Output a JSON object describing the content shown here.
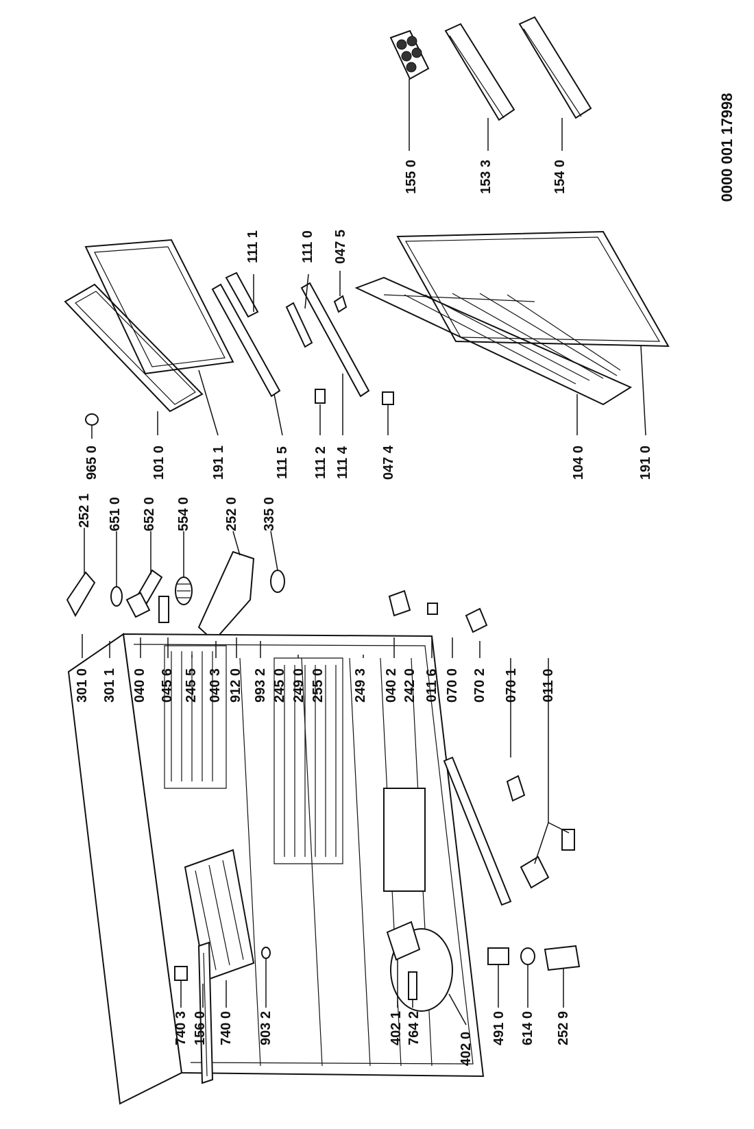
{
  "document_code": "0000 001 17998",
  "labels": {
    "l155_0": "155 0",
    "l153_3": "153 3",
    "l154_0": "154 0",
    "l965_0": "965 0",
    "l101_0": "101 0",
    "l191_1": "191 1",
    "l111_5": "111 5",
    "l111_1": "111 1",
    "l111_2": "111 2",
    "l111_4": "111 4",
    "l111_0": "111 0",
    "l047_4": "047 4",
    "l047_5": "047 5",
    "l104_0": "104 0",
    "l191_0": "191 0",
    "l252_1": "252 1",
    "l651_0": "651 0",
    "l652_0": "652 0",
    "l554_0": "554 0",
    "l252_0": "252 0",
    "l335_0": "335 0",
    "l301_0": "301 0",
    "l301_1": "301 1",
    "l040_0": "040 0",
    "l045_6": "045 6",
    "l245_5": "245 5",
    "l040_3": "040 3",
    "l912_0": "912 0",
    "l993_2": "993 2",
    "l245_0": "245 0",
    "l249_0": "249 0",
    "l255_0": "255 0",
    "l249_3": "249 3",
    "l040_2": "040 2",
    "l242_0": "242 0",
    "l011_6": "011 6",
    "l070_0": "070 0",
    "l070_2": "070 2",
    "l070_1": "070 1",
    "l011_0": "011 0",
    "l740_3": "740 3",
    "l156_0": "156 0",
    "l740_0": "740 0",
    "l903_2": "903 2",
    "l402_1": "402 1",
    "l764_2": "764 2",
    "l402_0": "402 0",
    "l491_0": "491 0",
    "l614_0": "614 0",
    "l252_9": "252 9"
  }
}
